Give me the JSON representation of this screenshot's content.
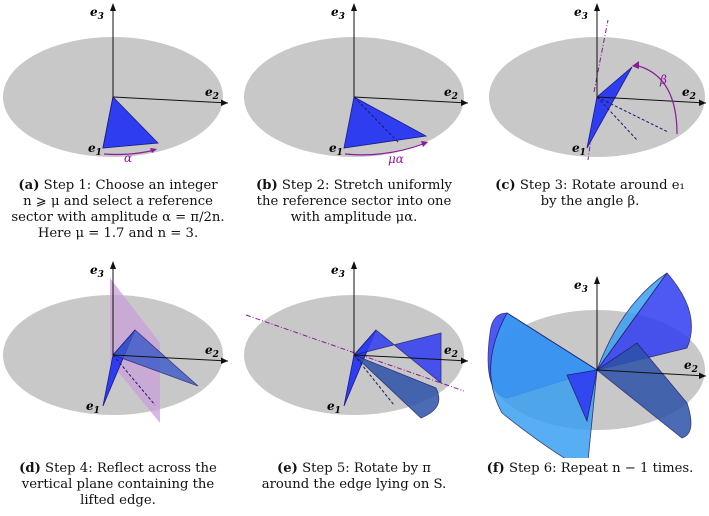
{
  "axis_labels": {
    "e1": "e",
    "e1_sub": "1",
    "e2": "e",
    "e2_sub": "2",
    "e3": "e",
    "e3_sub": "3"
  },
  "panels": [
    {
      "tag": "(a)",
      "caption_lines": [
        "Step 1: Choose an integer",
        "n ⩾ μ and select a reference",
        "sector with amplitude α = π/2n.",
        "Here μ = 1.7 and n = 3."
      ],
      "angle_label": "α"
    },
    {
      "tag": "(b)",
      "caption_lines": [
        "Step 2: Stretch uniformly",
        "the reference sector into one",
        "with amplitude μα."
      ],
      "angle_label": "μα"
    },
    {
      "tag": "(c)",
      "caption_lines": [
        "Step 3: Rotate around e₁",
        "by the angle β."
      ],
      "angle_label": "β"
    },
    {
      "tag": "(d)",
      "caption_lines": [
        "Step 4: Reflect across the",
        "vertical plane containing the",
        "lifted edge."
      ]
    },
    {
      "tag": "(e)",
      "caption_lines": [
        "Step 5: Rotate by π",
        "around the edge lying on S."
      ]
    },
    {
      "tag": "(f)",
      "caption_lines": [
        "Step 6: Repeat n − 1 times."
      ]
    }
  ],
  "colors": {
    "disk": "#c8c8c8",
    "sector": "#2f3df0",
    "sector_light": "#3aa0f0",
    "accent": "#8a1a9a",
    "plane": "#c9a0d8"
  }
}
